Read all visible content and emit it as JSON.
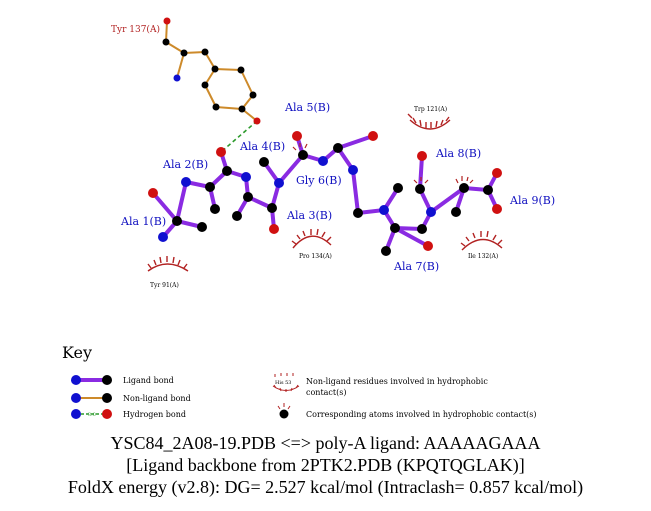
{
  "colors": {
    "ligand_bond": "#8a2be2",
    "nonligand_bond": "#cd8a2a",
    "hbond": "#2c9a2c",
    "carbon": "#000000",
    "nitrogen": "#1010d0",
    "oxygen": "#d01010",
    "residue_label": "#1010c0",
    "hydrophobic": "#b22222",
    "nonligand_label": "#b22222"
  },
  "residues": {
    "ala1": "Ala 1(B)",
    "ala2": "Ala 2(B)",
    "ala3": "Ala 3(B)",
    "ala4": "Ala 4(B)",
    "ala5": "Ala 5(B)",
    "gly6": "Gly 6(B)",
    "ala7": "Ala 7(B)",
    "ala8": "Ala 8(B)",
    "ala9": "Ala 9(B)"
  },
  "nonligand_residues": {
    "tyr137": "Tyr 137(A)",
    "trp121": "Trp 121(A)",
    "pro134": "Pro 134(A)",
    "tyr91": "Tyr 91(A)",
    "ile132": "Ile 132(A)"
  },
  "key": {
    "title": "Key",
    "ligand_bond": "Ligand bond",
    "nonligand_bond": "Non-ligand bond",
    "hydrogen_bond": "Hydrogen bond",
    "hbond_length": "3.0",
    "his_example": "His 53",
    "nonligand_residues_line1": "Non-ligand residues involved in hydrophobic",
    "nonligand_residues_line2": "contact(s)",
    "corresponding_atoms": "Corresponding atoms involved in hydrophobic contact(s)"
  },
  "caption": {
    "line1": "YSC84_2A08-19.PDB <=> poly-A ligand: AAAAAGAAA",
    "line2": "[Ligand backbone from 2PTK2.PDB (KPQTQGLAK)]",
    "line3": "FoldX energy (v2.8): DG= 2.527 kcal/mol (Intraclash= 0.857 kcal/mol)"
  }
}
